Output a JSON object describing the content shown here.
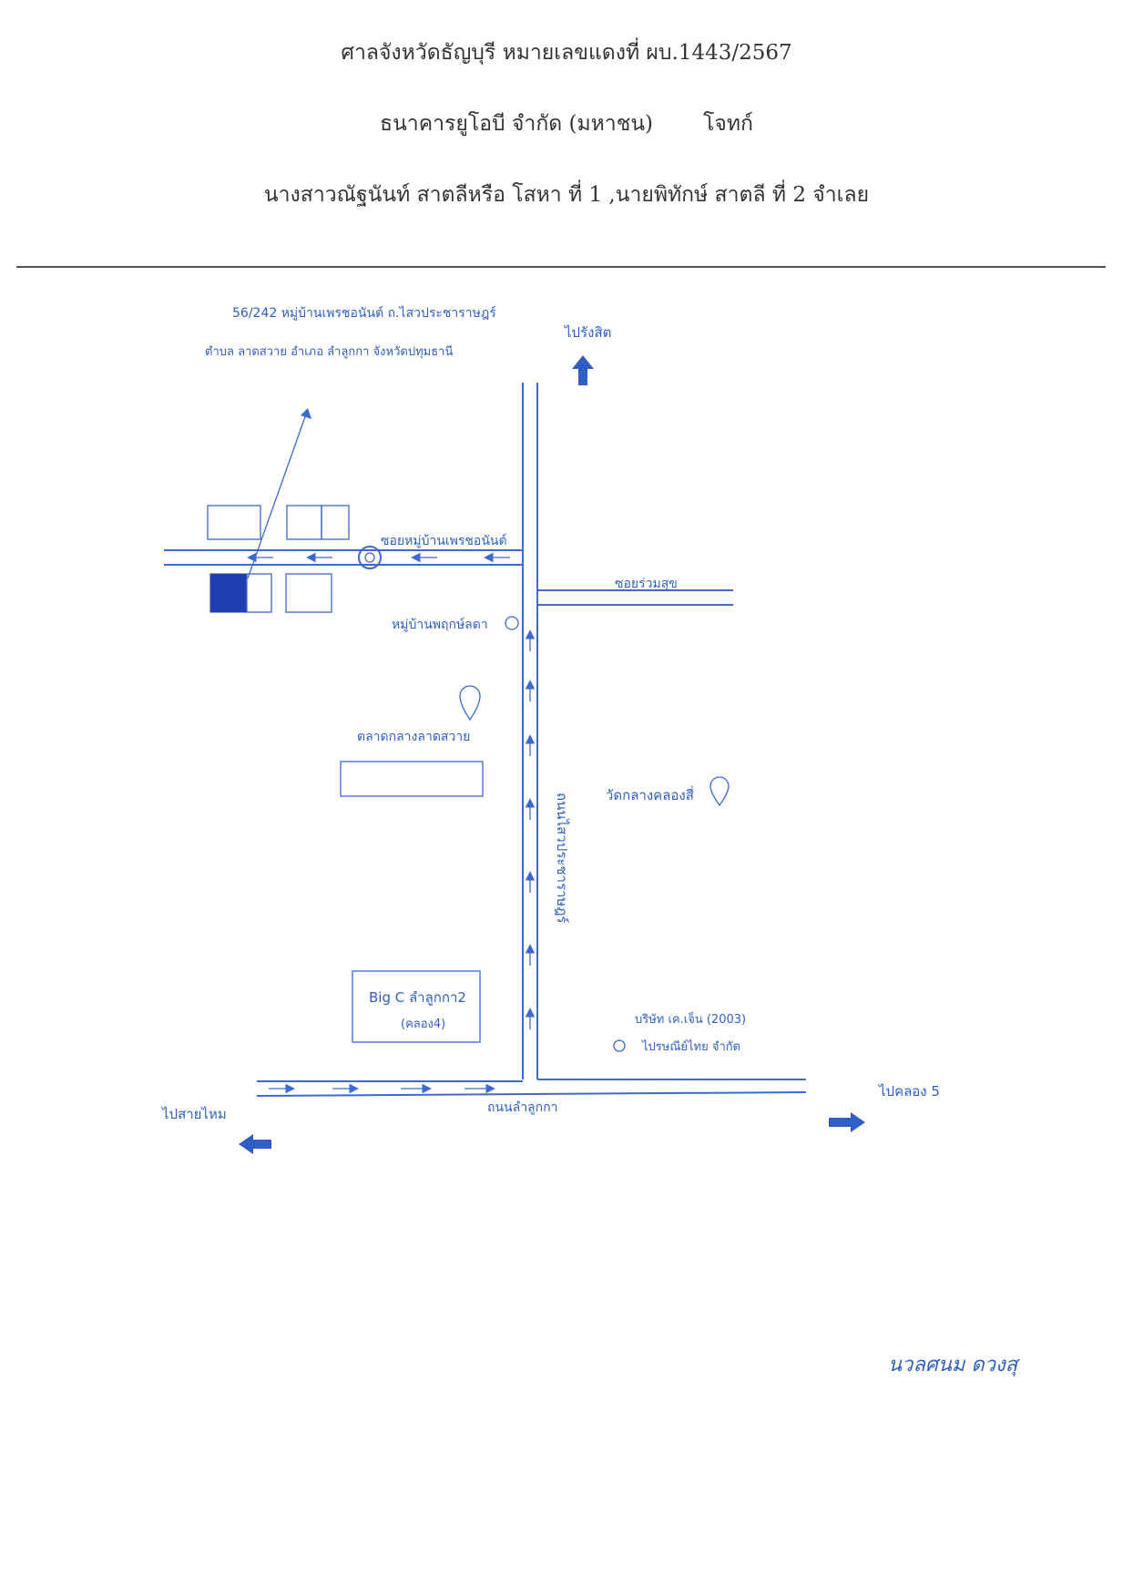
{
  "header": {
    "line1": "ศาลจังหวัดธัญบุรี หมายเลขแดงที่ ผบ.1443/2567",
    "plaintiff_name": "ธนาคารยูโอบี จำกัด (มหาชน)",
    "plaintiff_role": "โจทก์",
    "line3": "นางสาวณัฐนันท์ สาตลีหรือ โสหา ที่ 1 ,นายพิทักษ์ สาตลี ที่ 2 จำเลย"
  },
  "map": {
    "address_line1": "56/242 หมู่บ้านเพรชอนันต์ ถ.ไสวประชาราษฎร์",
    "address_line2": "ตำบล ลาดสวาย อำเภอ ลำลูกกา จังหวัดปทุมธานี",
    "to_north": "ไปรังสิต",
    "soi_village": "ซอยหมู่บ้านเพรชอนันต์",
    "soi_right": "ซอยร่วมสุข",
    "village_name": "หมู่บ้านพฤกษ์ลดา",
    "market_name": "ตลาดกลางลาดสวาย",
    "temple_name": "วัดกลางคลองสี่",
    "main_road": "ถนนไสวประชาราษฎร์",
    "bigc_line1": "Big C ลำลูกกา2",
    "bigc_line2": "(คลอง4)",
    "company_line1": "บริษัท เค.เจ็น (2003)",
    "company_line2": "ไปรษณีย์ไทย จำกัด",
    "road_bottom": "ถนนลำลูกกา",
    "to_west": "ไปสายไหม",
    "to_east": "ไปคลอง 5",
    "colors": {
      "ink": "#2f5fc4",
      "parcel": "#1f3fb0"
    }
  },
  "signature": {
    "text": "นวลศนม ดวงสุ"
  }
}
